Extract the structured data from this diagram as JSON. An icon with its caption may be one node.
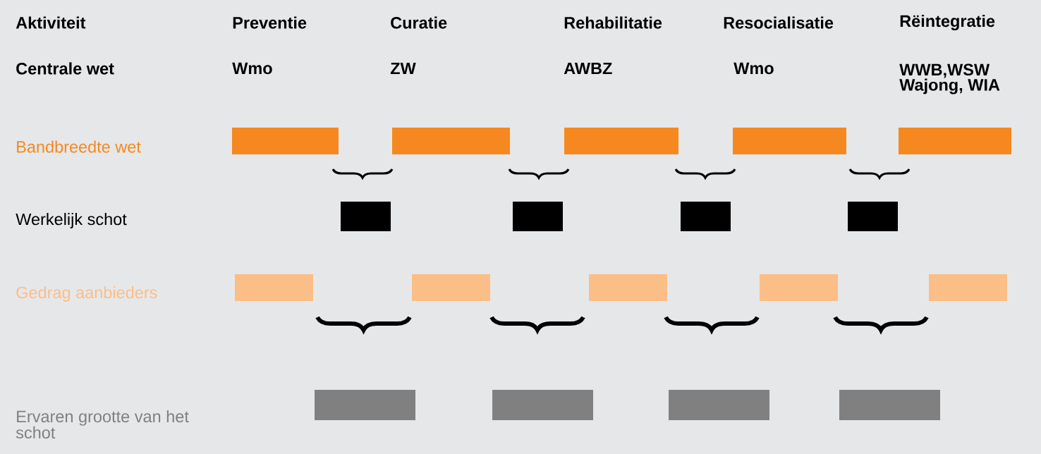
{
  "diagram": {
    "nodes": [
      {
        "text": [],
        "shape": "bar"
      },
      {
        "text": [],
        "shape": "bar"
      },
      {
        "text": [],
        "shape": "bar"
      },
      {
        "text": [],
        "shape": "bar"
      },
      {
        "text": [],
        "shape": "bar"
      },
      {
        "text": [],
        "shape": "bar"
      },
      {
        "text": [],
        "shape": "bar"
      },
      {
        "text": [],
        "shape": "bar"
      },
      {
        "text": [],
        "shape": "bar"
      },
      {
        "text": [],
        "shape": "bar"
      },
      {
        "text": [],
        "shape": "bar"
      },
      {
        "text": [],
        "shape": "bar"
      },
      {
        "text": [],
        "shape": "bar"
      },
      {
        "text": [],
        "shape": "bar"
      },
      {
        "text": [],
        "shape": "bar"
      },
      {
        "text": [],
        "shape": "bar"
      },
      {
        "text": [],
        "shape": "bar"
      },
      {
        "text": [],
        "shape": "bar"
      }
    ],
    "labels": [
      "Aktiviteit",
      "Preventie",
      "Curatie",
      "Rehabilitatie",
      "Resocialisatie",
      "Rëintegratie",
      "Centrale wet",
      "Wmo",
      "ZW",
      "AWBZ",
      "Wmo",
      "WWB,WSW Wajong, WIA",
      "Bandbreedte wet",
      "Werkelijk schot",
      "Gedrag aanbieders",
      "Ervaren grootte van het schot"
    ]
  }
}
